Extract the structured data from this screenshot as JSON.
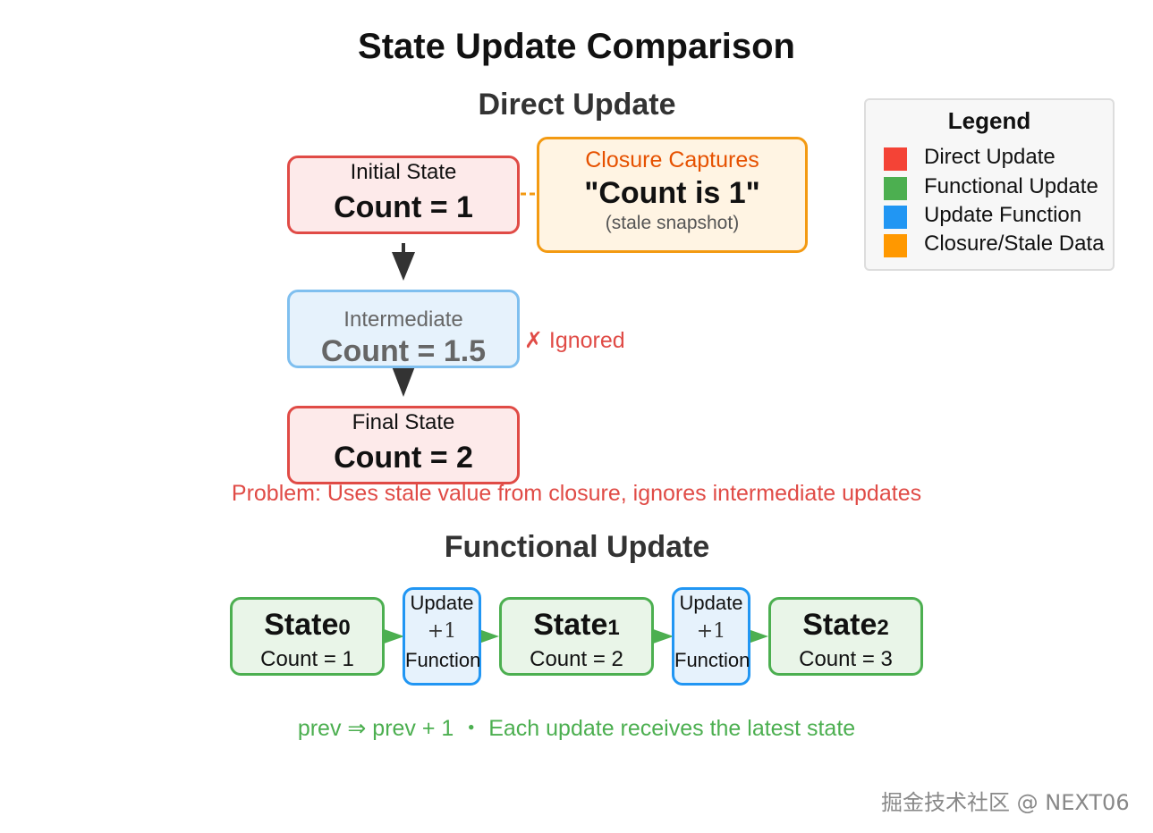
{
  "title": "State Update Comparison",
  "direct": {
    "heading": "Direct Update",
    "initial": {
      "label": "Initial State",
      "value": "Count = 1"
    },
    "closure": {
      "label": "Closure Captures",
      "value": "\"Count is 1\"",
      "note": "(stale snapshot)"
    },
    "intermediate": {
      "label": "Intermediate",
      "value": "Count = 1.5"
    },
    "ignored": "✗ Ignored",
    "final": {
      "label": "Final State",
      "value": "Count = 2"
    },
    "problem": "Problem: Uses stale value from closure, ignores intermediate updates"
  },
  "functional": {
    "heading": "Functional Update",
    "states": [
      {
        "name": "State",
        "sub": "0",
        "value": "Count = 1"
      },
      {
        "name": "State",
        "sub": "1",
        "value": "Count = 2"
      },
      {
        "name": "State",
        "sub": "2",
        "value": "Count = 3"
      }
    ],
    "functions": [
      {
        "top": "Update",
        "op": "+1",
        "bottom": "Function"
      },
      {
        "top": "Update",
        "op": "+1",
        "bottom": "Function"
      }
    ],
    "caption": "prev ⇒ prev + 1 ・ Each update receives the latest state"
  },
  "legend": {
    "title": "Legend",
    "items": [
      {
        "label": "Direct Update",
        "color": "#f44336"
      },
      {
        "label": "Functional Update",
        "color": "#4caf50"
      },
      {
        "label": "Update Function",
        "color": "#2196f3"
      },
      {
        "label": "Closure/Stale Data",
        "color": "#ff9800"
      }
    ]
  },
  "watermark": "掘金技术社区 @ NEXT06",
  "colors": {
    "red_text": "#e04b46",
    "orange_text": "#e65100",
    "green_text": "#4caf50",
    "arrow_dark": "#333333",
    "arrow_orange": "#f39a12",
    "arrow_green": "#4caf50"
  }
}
